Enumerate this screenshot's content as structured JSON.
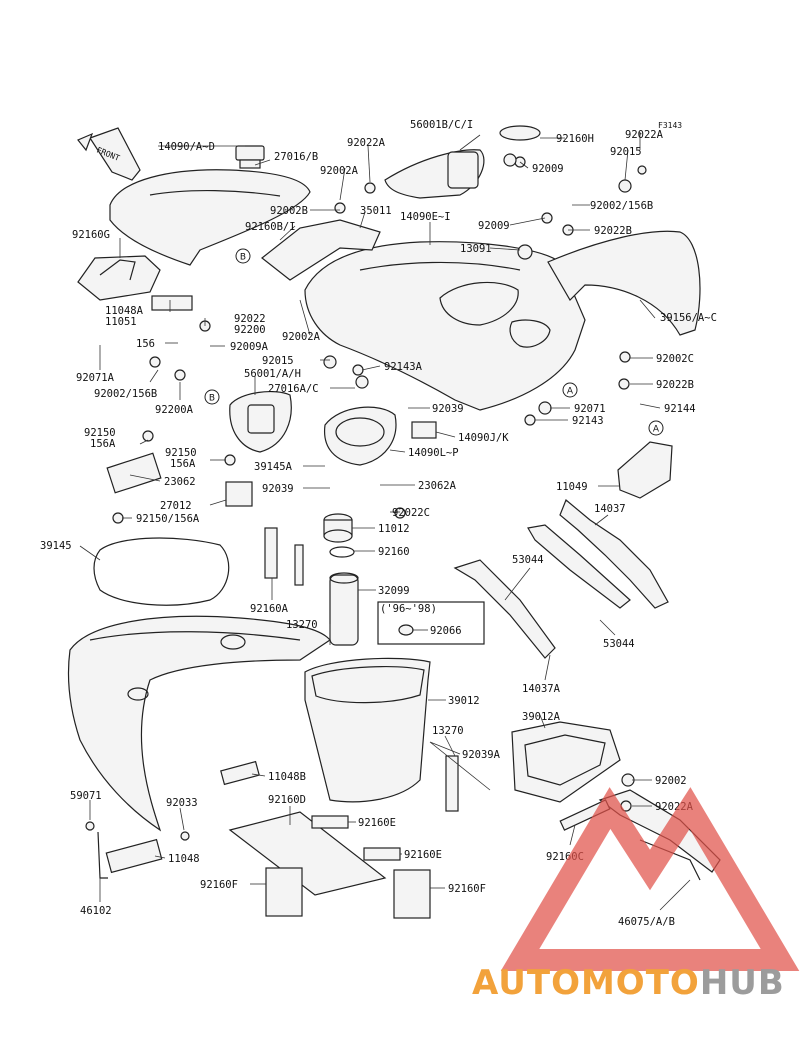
{
  "diagram": {
    "ref_code": "F3143",
    "direction_label": "FRONT",
    "callouts": [
      "A",
      "B"
    ],
    "parts": [
      {
        "id": "p1",
        "text": "14090/A~D"
      },
      {
        "id": "p2",
        "text": "27016/B"
      },
      {
        "id": "p3",
        "text": "92022A"
      },
      {
        "id": "p4",
        "text": "56001B/C/I"
      },
      {
        "id": "p5",
        "text": "92160H"
      },
      {
        "id": "p6",
        "text": "92022A"
      },
      {
        "id": "p7",
        "text": "92002A"
      },
      {
        "id": "p8",
        "text": "92015"
      },
      {
        "id": "p9",
        "text": "92009"
      },
      {
        "id": "p10",
        "text": "92002B"
      },
      {
        "id": "p11",
        "text": "35011"
      },
      {
        "id": "p12",
        "text": "14090E~I"
      },
      {
        "id": "p13",
        "text": "92002/156B"
      },
      {
        "id": "p14",
        "text": "92160B/I"
      },
      {
        "id": "p15",
        "text": "92009"
      },
      {
        "id": "p16",
        "text": "92022B"
      },
      {
        "id": "p17",
        "text": "92160G"
      },
      {
        "id": "p18",
        "text": "13091"
      },
      {
        "id": "p19",
        "text": "11048A"
      },
      {
        "id": "p20",
        "text": "11051"
      },
      {
        "id": "p21",
        "text": "92022"
      },
      {
        "id": "p22",
        "text": "92200"
      },
      {
        "id": "p23",
        "text": "92002A"
      },
      {
        "id": "p24",
        "text": "39156/A~C"
      },
      {
        "id": "p25",
        "text": "156"
      },
      {
        "id": "p26",
        "text": "92009A"
      },
      {
        "id": "p27",
        "text": "92015"
      },
      {
        "id": "p28",
        "text": "92143A"
      },
      {
        "id": "p29",
        "text": "92002C"
      },
      {
        "id": "p30",
        "text": "92071A"
      },
      {
        "id": "p31",
        "text": "56001/A/H"
      },
      {
        "id": "p32",
        "text": "92022B"
      },
      {
        "id": "p33",
        "text": "92002/156B"
      },
      {
        "id": "p34",
        "text": "27016A/C"
      },
      {
        "id": "p35",
        "text": "92071"
      },
      {
        "id": "p36",
        "text": "92144"
      },
      {
        "id": "p37",
        "text": "92200A"
      },
      {
        "id": "p38",
        "text": "92039"
      },
      {
        "id": "p39",
        "text": "92143"
      },
      {
        "id": "p40",
        "text": "92150"
      },
      {
        "id": "p41",
        "text": "156A"
      },
      {
        "id": "p42",
        "text": "14090J/K"
      },
      {
        "id": "p43",
        "text": "92150"
      },
      {
        "id": "p44",
        "text": "156A"
      },
      {
        "id": "p45",
        "text": "14090L~P"
      },
      {
        "id": "p46",
        "text": "39145A"
      },
      {
        "id": "p47",
        "text": "23062"
      },
      {
        "id": "p48",
        "text": "92039"
      },
      {
        "id": "p49",
        "text": "23062A"
      },
      {
        "id": "p50",
        "text": "11049"
      },
      {
        "id": "p51",
        "text": "27012"
      },
      {
        "id": "p52",
        "text": "92022C"
      },
      {
        "id": "p53",
        "text": "14037"
      },
      {
        "id": "p54",
        "text": "92150/156A"
      },
      {
        "id": "p55",
        "text": "11012"
      },
      {
        "id": "p56",
        "text": "39145"
      },
      {
        "id": "p57",
        "text": "92160"
      },
      {
        "id": "p58",
        "text": "53044"
      },
      {
        "id": "p59",
        "text": "32099"
      },
      {
        "id": "p60",
        "text": "92160A"
      },
      {
        "id": "p61",
        "text": "('96~'98)"
      },
      {
        "id": "p62",
        "text": "13270"
      },
      {
        "id": "p63",
        "text": "92066"
      },
      {
        "id": "p64",
        "text": "53044"
      },
      {
        "id": "p65",
        "text": "14037A"
      },
      {
        "id": "p66",
        "text": "39012"
      },
      {
        "id": "p67",
        "text": "39012A"
      },
      {
        "id": "p68",
        "text": "13270"
      },
      {
        "id": "p69",
        "text": "92039A"
      },
      {
        "id": "p70",
        "text": "11048B"
      },
      {
        "id": "p71",
        "text": "92002"
      },
      {
        "id": "p72",
        "text": "59071"
      },
      {
        "id": "p73",
        "text": "92033"
      },
      {
        "id": "p74",
        "text": "92160D"
      },
      {
        "id": "p75",
        "text": "92022A"
      },
      {
        "id": "p76",
        "text": "92160E"
      },
      {
        "id": "p77",
        "text": "11048"
      },
      {
        "id": "p78",
        "text": "92160E"
      },
      {
        "id": "p79",
        "text": "92160C"
      },
      {
        "id": "p80",
        "text": "92160F"
      },
      {
        "id": "p81",
        "text": "92160F"
      },
      {
        "id": "p82",
        "text": "46102"
      },
      {
        "id": "p83",
        "text": "46075/A/B"
      }
    ]
  },
  "watermark": {
    "brand_part1": "AUTOMOTO",
    "brand_part2": "HUB",
    "color_part1": "#f2a23b",
    "color_part2": "#9c9c9c",
    "triangle_color": "#e0524a"
  }
}
